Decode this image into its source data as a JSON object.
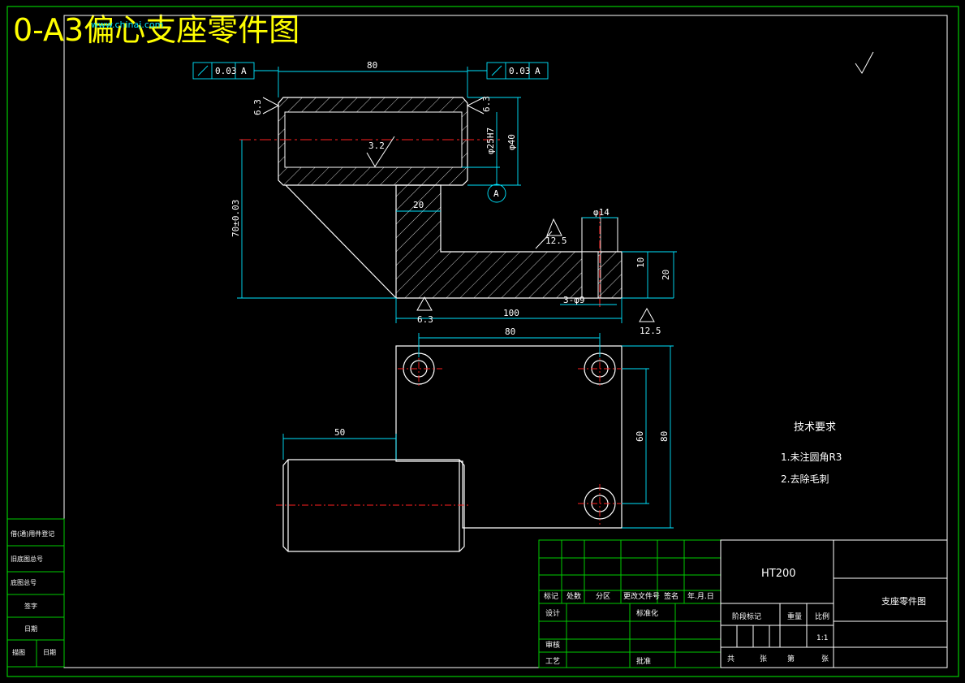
{
  "sheet_title": "0-A3偏心支座零件图",
  "watermark": "www.chinaj.com",
  "colors": {
    "frame": "#00cc00",
    "outline": "#ffffff",
    "dimension": "#00e5ff",
    "center": "#ff2020",
    "title": "#ffff00"
  },
  "tolerance": {
    "runout": "0.03",
    "datum": "A"
  },
  "dimensions": {
    "top_length": "80",
    "bore": "φ25H7",
    "outer": "φ40",
    "height": "70±0.03",
    "web": "20",
    "hole_dia": "φ14",
    "counterbore_depth": "10",
    "base_thickness": "20",
    "holes": "3-φ9",
    "base_length": "100",
    "hole_spacing_x": "80",
    "hole_spacing_y": "60",
    "width": "80",
    "boss_offset": "50"
  },
  "roughness": {
    "r1": "6.3",
    "r2": "6.3",
    "r3": "3.2",
    "r4": "12.5",
    "r5": "6.3",
    "r6": "12.5"
  },
  "datum_label": "A",
  "tech_requirements": {
    "title": "技术要求",
    "items": [
      "1.未注圆角R3",
      "2.去除毛刺"
    ]
  },
  "title_block": {
    "material": "HT200",
    "part_name": "支座零件图",
    "header_cells": [
      "标记",
      "处数",
      "分区",
      "更改文件号",
      "签名",
      "年.月.日"
    ],
    "row_design": "设计",
    "row_std": "标准化",
    "row_review": "审核",
    "row_process": "工艺",
    "row_approve": "批准",
    "stage_label": "阶段标记",
    "weight_label": "重量",
    "scale_label": "比例",
    "scale_value": "1:1",
    "sheet_total": "共",
    "sheet_unit": "张",
    "sheet_no": "第",
    "sheet_unit2": "张"
  },
  "left_block": {
    "labels": [
      "借(通)用件登记",
      "旧底图总号",
      "底图总号",
      "签字",
      "日期"
    ],
    "footer": [
      "描图",
      "日期"
    ]
  }
}
